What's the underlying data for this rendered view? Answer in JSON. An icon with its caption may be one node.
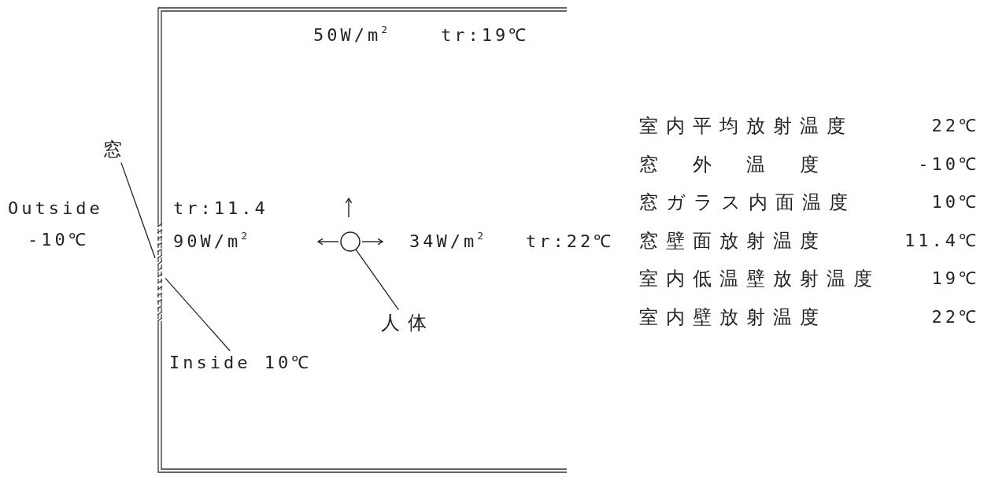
{
  "diagram": {
    "nodes": [
      {
        "text": [
          "窓"
        ]
      },
      {
        "text": [],
        "shape": "bar"
      },
      {
        "text": [
          "Inside 10℃"
        ]
      },
      {
        "text": [],
        "shape": "circle"
      },
      {
        "text": [
          "人体"
        ]
      }
    ],
    "edges": [
      {
        "from": 0,
        "to": 1,
        "arrow": "none"
      },
      {
        "from": 2,
        "to": 1,
        "arrow": "none"
      },
      {
        "from": 4,
        "to": 3,
        "arrow": "none"
      }
    ],
    "labels": [
      "Outside",
      "-10℃",
      "50W/m$^{2}$",
      "tr:19℃",
      "tr:11.4",
      "90W/m$^{2}$",
      "34W/m$^{2}$",
      "tr:22℃",
      "室内平均放射温度",
      "22℃",
      "窓外温度",
      "-10℃",
      "窓ガラス内面温度",
      "10℃",
      "窓壁面放射温度",
      "11.4℃",
      "室内低温壁放射温度",
      "19℃",
      "室内壁放射温度",
      "22℃"
    ]
  }
}
